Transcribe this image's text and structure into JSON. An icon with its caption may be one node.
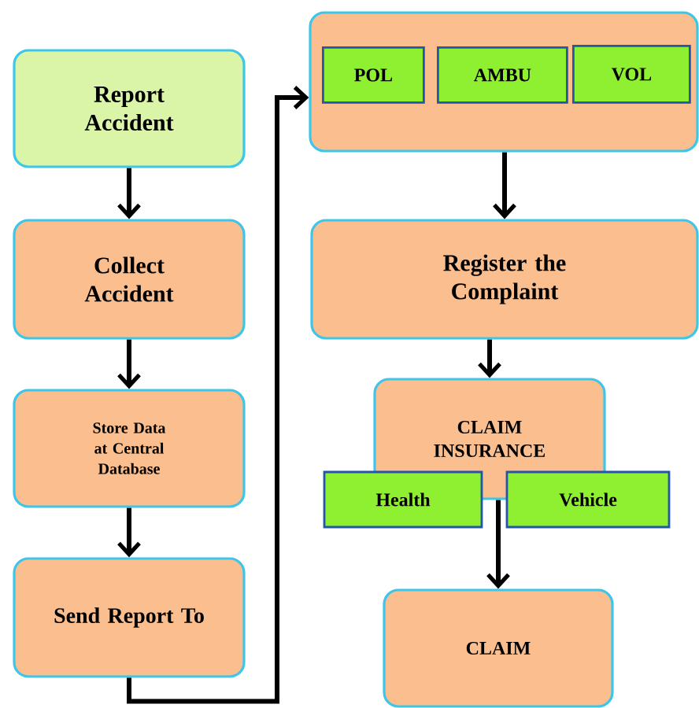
{
  "diagram": {
    "nodes": [
      {
        "text": [
          "Report Accident"
        ]
      },
      {
        "text": [
          "Collect Accident"
        ]
      },
      {
        "text": [
          "Store Data at Central Database"
        ]
      },
      {
        "text": [
          "Send Report To"
        ]
      },
      {
        "text": [],
        "shape": "box"
      },
      {
        "text": [
          "POL"
        ],
        "in": 4
      },
      {
        "text": [
          "AMBU"
        ],
        "in": 4
      },
      {
        "text": [
          "VOL"
        ],
        "in": 4
      },
      {
        "text": [
          "Register the Complaint"
        ]
      },
      {
        "text": [
          "CLAIM INSURANCE"
        ]
      },
      {
        "text": [
          "Health"
        ]
      },
      {
        "text": [
          "Vehicle"
        ]
      },
      {
        "text": [
          "CLAIM"
        ]
      }
    ],
    "edges": [
      {
        "from": 0,
        "to": 1,
        "arrow": "to"
      },
      {
        "from": 1,
        "to": 2,
        "arrow": "to"
      },
      {
        "from": 2,
        "to": 3,
        "arrow": "to"
      },
      {
        "from": 3,
        "to": 4,
        "arrow": "to"
      },
      {
        "from": 4,
        "to": 8,
        "arrow": "to"
      },
      {
        "from": 8,
        "to": 9,
        "arrow": "to"
      },
      {
        "from": 9,
        "to": 12,
        "arrow": "to"
      }
    ]
  }
}
